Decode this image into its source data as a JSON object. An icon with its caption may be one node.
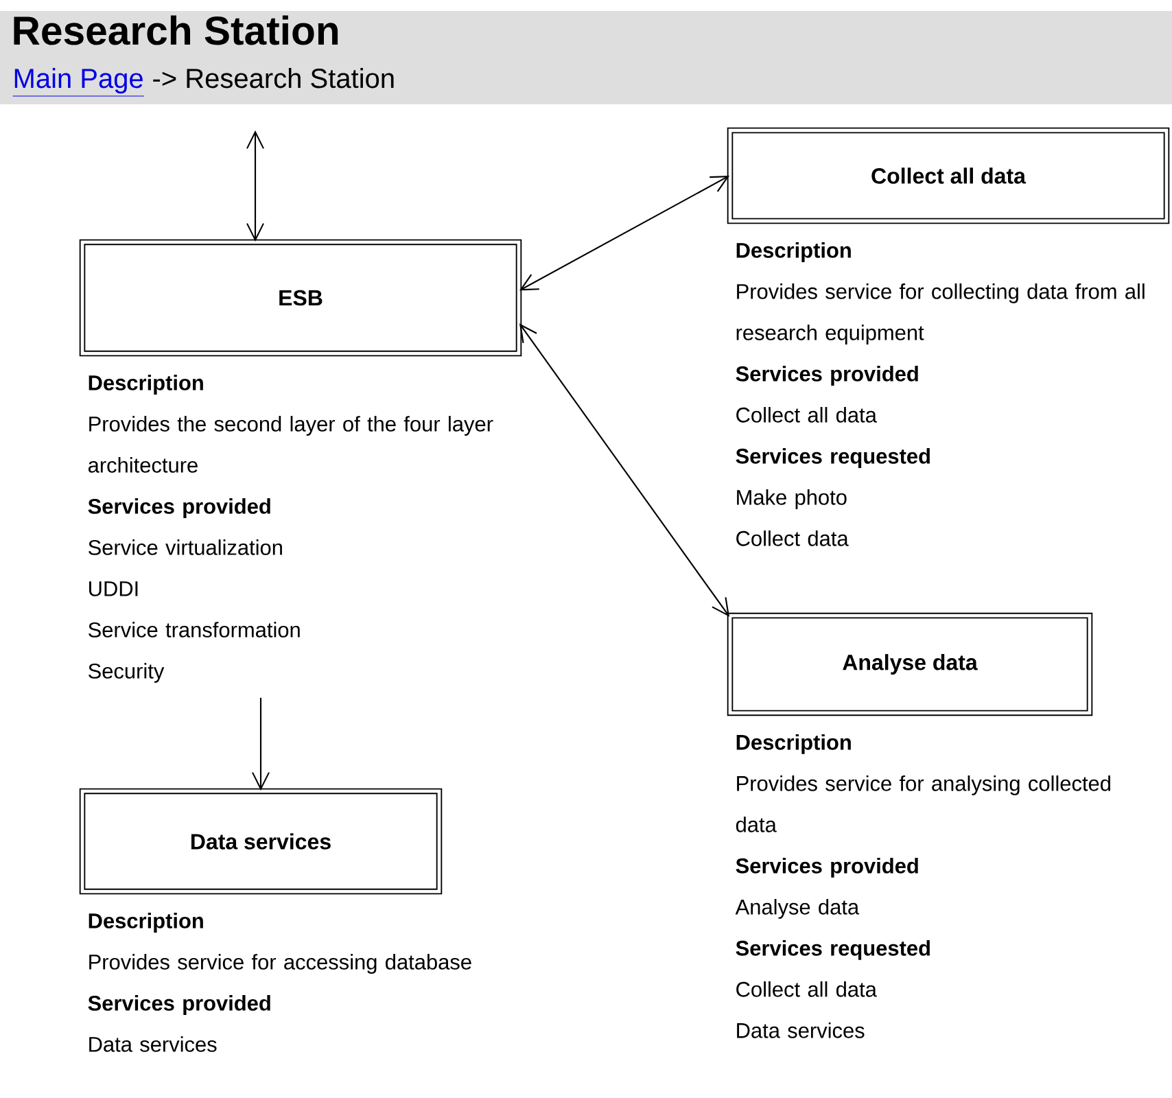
{
  "diagram": {
    "title": "Research Station",
    "nodes": [
      {
        "text": [
          "ESB"
        ],
        "beside": [
          "Description",
          "Provides the second layer of the four layer architecture",
          "Services provided",
          "Service virtualization",
          "UDDI",
          "Service transformation",
          "Security"
        ]
      },
      {
        "text": [
          "Collect all data"
        ],
        "beside": [
          "Description",
          "Provides service for collecting data from all research equipment",
          "Services provided",
          "Collect all data",
          "Services requested",
          "Make photo",
          "Collect data"
        ]
      },
      {
        "text": [
          "Analyse data"
        ],
        "beside": [
          "Description",
          "Provides service for analysing collected data",
          "Services provided",
          "Analyse data",
          "Services requested",
          "Collect all data",
          "Data services"
        ]
      },
      {
        "text": [
          "Data services"
        ],
        "beside": [
          "Description",
          "Provides service for accessing database",
          "Services provided",
          "Data services"
        ]
      }
    ],
    "edges": [
      {
        "from": null,
        "to": 0,
        "arrow": "both"
      },
      {
        "from": 0,
        "to": 1,
        "arrow": "both"
      },
      {
        "from": 0,
        "to": 2,
        "arrow": "both"
      },
      {
        "from": 0,
        "to": 3,
        "arrow": "to"
      }
    ],
    "labels": [
      "Main Page",
      "-> Research Station"
    ]
  }
}
